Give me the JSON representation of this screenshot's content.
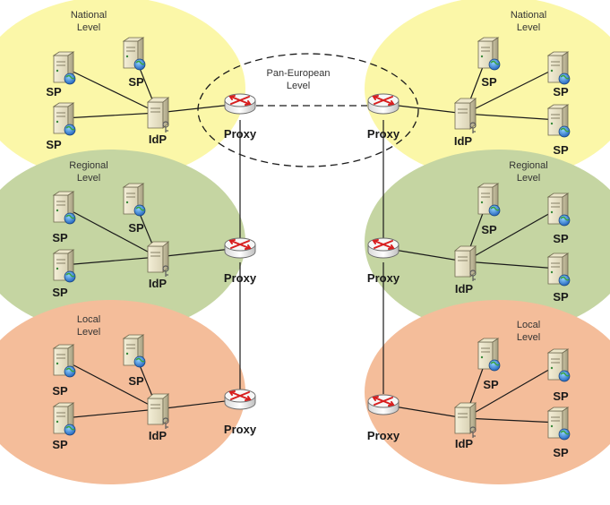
{
  "diagram": {
    "pan_european": {
      "line1": "Pan-European",
      "line2": "Level"
    },
    "colors": {
      "national": "#fbf7a8",
      "regional": "#c5d5a2",
      "local": "#f4bd9a",
      "router": "#d81e1e"
    },
    "panels": [
      {
        "id": "left-national",
        "side": "left",
        "tier": "national",
        "title1": "National",
        "title2": "Level",
        "idp": "IdP",
        "proxy": "Proxy",
        "sps": [
          "SP",
          "SP",
          "SP"
        ]
      },
      {
        "id": "left-regional",
        "side": "left",
        "tier": "regional",
        "title1": "Regional",
        "title2": "Level",
        "idp": "IdP",
        "proxy": "Proxy",
        "sps": [
          "SP",
          "SP",
          "SP"
        ]
      },
      {
        "id": "left-local",
        "side": "left",
        "tier": "local",
        "title1": "Local",
        "title2": "Level",
        "idp": "IdP",
        "proxy": "Proxy",
        "sps": [
          "SP",
          "SP",
          "SP"
        ]
      },
      {
        "id": "right-national",
        "side": "right",
        "tier": "national",
        "title1": "National",
        "title2": "Level",
        "idp": "IdP",
        "proxy": "Proxy",
        "sps": [
          "SP",
          "SP",
          "SP"
        ]
      },
      {
        "id": "right-regional",
        "side": "right",
        "tier": "regional",
        "title1": "Regional",
        "title2": "Level",
        "idp": "IdP",
        "proxy": "Proxy",
        "sps": [
          "SP",
          "SP",
          "SP"
        ]
      },
      {
        "id": "right-local",
        "side": "right",
        "tier": "local",
        "title1": "Local",
        "title2": "Level",
        "idp": "IdP",
        "proxy": "Proxy",
        "sps": [
          "SP",
          "SP",
          "SP"
        ]
      }
    ]
  }
}
